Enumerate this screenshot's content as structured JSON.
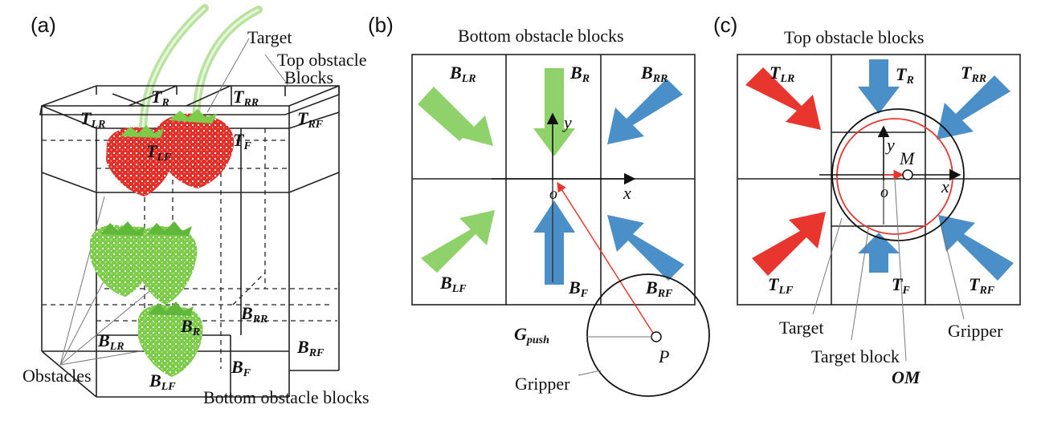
{
  "panel_a": {
    "tag": "(a)",
    "target": "Target",
    "top_blocks_line1": "Top obstacle",
    "top_blocks_line2": "Blocks",
    "top_labels": {
      "LR": "T",
      "LR_sub": "LR",
      "R": "T",
      "R_sub": "R",
      "RR": "T",
      "RR_sub": "RR",
      "RF": "T",
      "RF_sub": "RF",
      "F": "T",
      "F_sub": "F",
      "LF": "T",
      "LF_sub": "LF"
    },
    "bottom_labels": {
      "LR": "B",
      "LR_sub": "LR",
      "R": "B",
      "R_sub": "R",
      "RR": "B",
      "RR_sub": "RR",
      "RF": "B",
      "RF_sub": "RF",
      "F": "B",
      "F_sub": "F",
      "LF": "B",
      "LF_sub": "LF"
    },
    "obstacles": "Obstacles",
    "bottom_blocks": "Bottom obstacle blocks"
  },
  "panel_b": {
    "tag": "(b)",
    "title": "Bottom obstacle blocks",
    "labels": {
      "LR": "B",
      "LR_sub": "LR",
      "R": "B",
      "R_sub": "R",
      "RR": "B",
      "RR_sub": "RR",
      "LF": "B",
      "LF_sub": "LF",
      "F": "B",
      "F_sub": "F",
      "RF": "B",
      "RF_sub": "RF"
    },
    "axis_y": "y",
    "axis_x": "x",
    "origin": "o",
    "gpush": "G",
    "gpush_sub": "push",
    "point_p": "P",
    "gripper": "Gripper"
  },
  "panel_c": {
    "tag": "(c)",
    "title": "Top obstacle blocks",
    "labels": {
      "LR": "T",
      "LR_sub": "LR",
      "R": "T",
      "R_sub": "R",
      "RR": "T",
      "RR_sub": "RR",
      "LF": "T",
      "LF_sub": "LF",
      "F": "T",
      "F_sub": "F",
      "RF": "T",
      "RF_sub": "RF"
    },
    "axis_y": "y",
    "axis_x": "x",
    "origin": "o",
    "point_m": "M",
    "target": "Target",
    "target_block": "Target block",
    "om": "OM",
    "gripper": "Gripper"
  },
  "colors": {
    "green": "#8fd16a",
    "blue": "#4a8fc7",
    "red": "#e8362f",
    "strawberry_red": "#e0302a",
    "strawberry_green": "#7ccc4a",
    "stem": "#b9e3a0"
  }
}
